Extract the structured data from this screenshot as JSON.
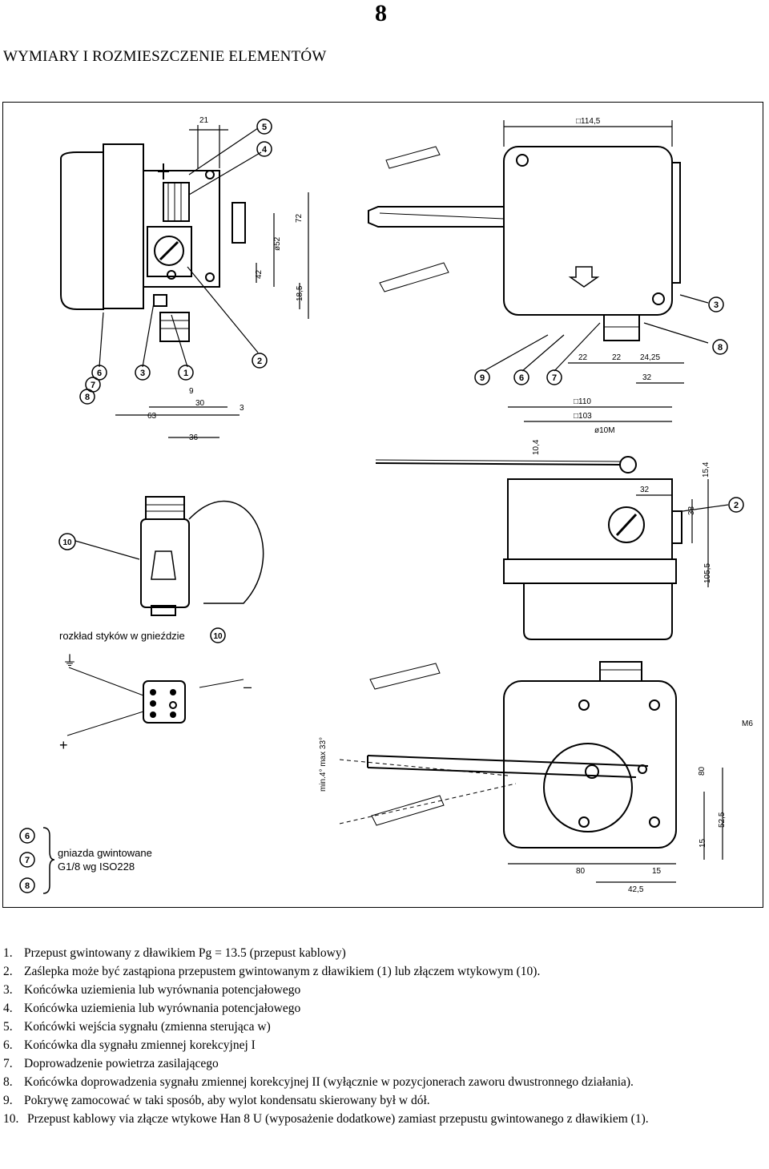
{
  "page": {
    "number": "8",
    "title": "WYMIARY I ROZMIESZCZENIE ELEMENTÓW"
  },
  "drawing": {
    "dims_top": [
      "21",
      "□114,5",
      "72",
      "ø52",
      "42",
      "18,5"
    ],
    "dims_bottom_left": [
      "9",
      "30",
      "3",
      "63",
      "36"
    ],
    "dims_right_top": [
      "22",
      "22",
      "24,25",
      "32"
    ],
    "dims_right_mid": [
      "□110",
      "□103",
      "ø10M",
      "10,4",
      "15,4",
      "32",
      "38",
      "105,5"
    ],
    "dims_right_bottom": [
      "M6",
      "80",
      "52,5",
      "15",
      "80",
      "15",
      "42,5"
    ],
    "angle_label": "min.4° max 33°",
    "callouts": [
      "1",
      "2",
      "3",
      "4",
      "5",
      "6",
      "7",
      "8",
      "9",
      "10"
    ],
    "socket_label": "rozkład styków w gnieździe",
    "socket_callout": "10",
    "ground_symbol": "⏚",
    "minus_sign": "–",
    "plus_sign": "+",
    "legend_line1": "gniazda gwintowane",
    "legend_line2": "G1/8 wg ISO228",
    "legend_callouts": [
      "6",
      "7",
      "8"
    ]
  },
  "notes": [
    {
      "num": "1.",
      "text": "Przepust gwintowany z dławikiem Pg = 13.5 (przepust kablowy)"
    },
    {
      "num": "2.",
      "text": "Zaślepka może być zastąpiona przepustem gwintowanym z dławikiem (1) lub złączem wtykowym (10)."
    },
    {
      "num": "3.",
      "text": "Końcówka uziemienia lub wyrównania potencjałowego"
    },
    {
      "num": "4.",
      "text": "Końcówka uziemienia lub wyrównania potencjałowego"
    },
    {
      "num": "5.",
      "text": "Końcówki wejścia sygnału (zmienna sterująca w)"
    },
    {
      "num": "6.",
      "text": "Końcówka dla sygnału zmiennej korekcyjnej I"
    },
    {
      "num": "7.",
      "text": "Doprowadzenie powietrza zasilającego"
    },
    {
      "num": "8.",
      "text": "Końcówka doprowadzenia sygnału zmiennej korekcyjnej II (wyłącznie w pozycjonerach zaworu dwustronnego działania)."
    },
    {
      "num": "9.",
      "text": "Pokrywę zamocować w taki sposób, aby wylot kondensatu skierowany był w dół."
    },
    {
      "num": "10.",
      "text": "Przepust kablowy via złącze wtykowe Han 8 U (wyposażenie dodatkowe) zamiast przepustu gwintowanego z dławikiem (1)."
    }
  ]
}
